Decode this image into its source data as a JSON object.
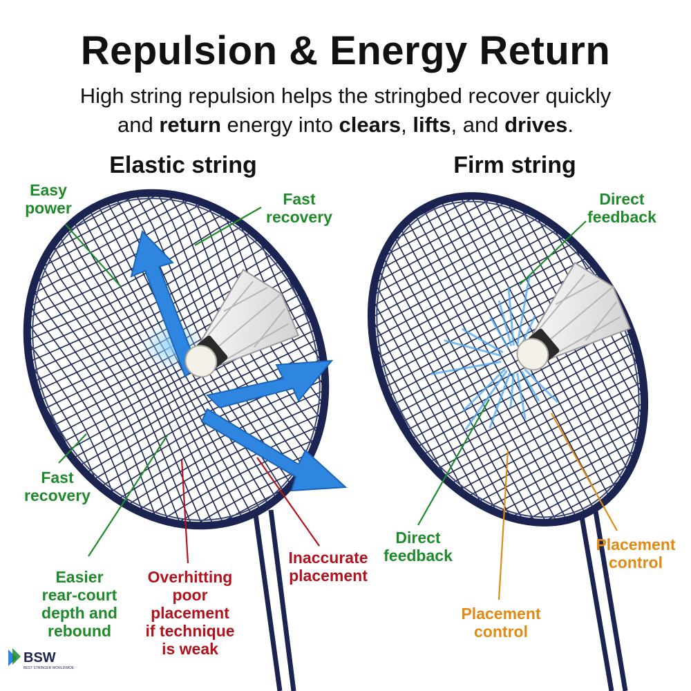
{
  "title": "Repulsion & Energy Return",
  "subtitle": {
    "p1": "High string repulsion helps the stringbed recover quickly",
    "p2": "and ",
    "b1": "return",
    "p3": " energy into ",
    "b2": "clears",
    "p4": ", ",
    "b3": "lifts",
    "p5": ", and ",
    "b4": "drives",
    "p6": "."
  },
  "panels": {
    "left": {
      "heading": "Elastic string",
      "labels": {
        "easy_power": "Easy\npower",
        "fast_recovery_top": "Fast\nrecovery",
        "fast_recovery_left": "Fast\nrecovery",
        "rear_court": "Easier\nrear-court\ndepth and\nrebound",
        "overhitting": "Overhitting\npoor\nplacement\nif technique\nis weak",
        "inaccurate": "Inaccurate\nplacement"
      }
    },
    "right": {
      "heading": "Firm string",
      "labels": {
        "direct_feedback_top": "Direct\nfeedback",
        "direct_feedback_bottom": "Direct\nfeedback",
        "placement_control_right": "Placement\ncontrol",
        "placement_control_bottom": "Placement\ncontrol"
      }
    }
  },
  "logo": {
    "text": "BSW",
    "tagline": "BEST STRINGER WORLDWIDE"
  },
  "colors": {
    "frame": "#1b2450",
    "green": "#1f8a2a",
    "red": "#b3121c",
    "orange": "#e08a14",
    "arrow": "#2f86e0"
  }
}
